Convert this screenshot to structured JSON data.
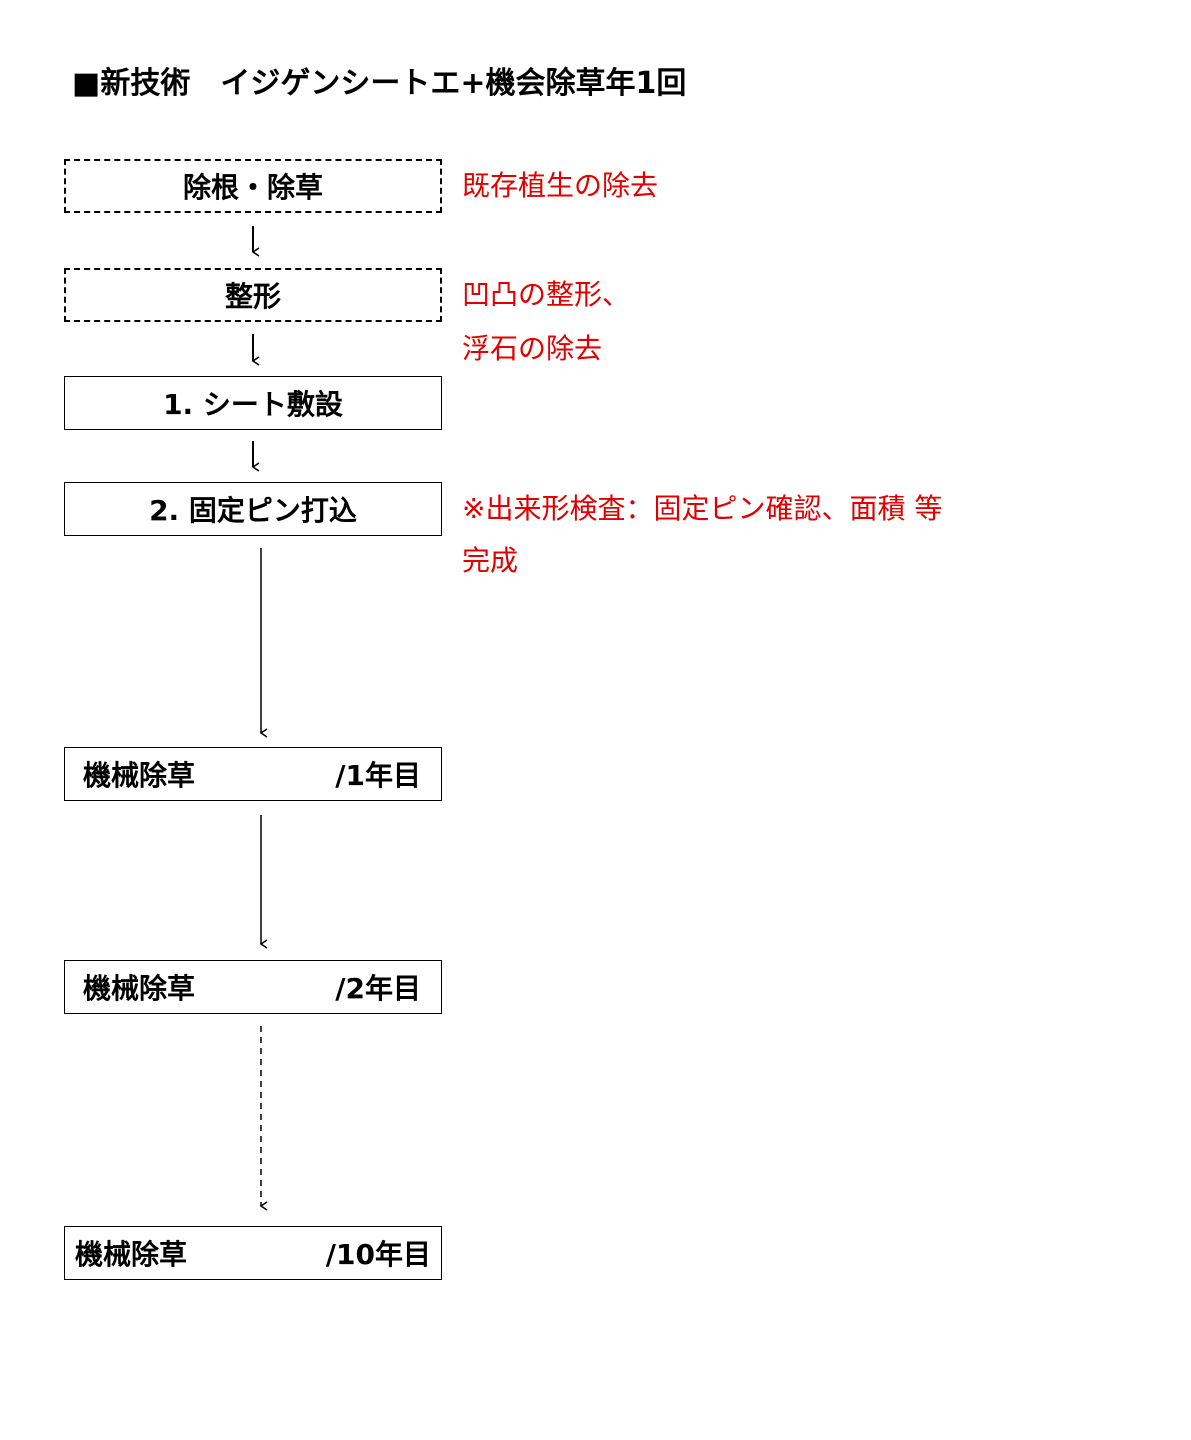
{
  "title": "■新技術　イジゲンシートエ+機会除草年1回",
  "steps": [
    {
      "label": "除根・除草"
    },
    {
      "label": "整形"
    },
    {
      "label": "1. シート敷設"
    },
    {
      "label": "2. 固定ピン打込"
    },
    {
      "label_left": "機械除草",
      "label_right": "/1年目"
    },
    {
      "label_left": "機械除草",
      "label_right": "/2年目"
    },
    {
      "label_left": "機械除草",
      "label_right": "/10年目"
    }
  ],
  "notes": {
    "removal": "既存植生の除去",
    "shaping_line1": "凹凸の整形、",
    "shaping_line2": "浮石の除去",
    "inspection_line1": "※出来形検査：固定ピン確認、面積 等",
    "inspection_line2": "完成"
  },
  "colors": {
    "note_text": "#e00000",
    "box_border": "#000000"
  }
}
